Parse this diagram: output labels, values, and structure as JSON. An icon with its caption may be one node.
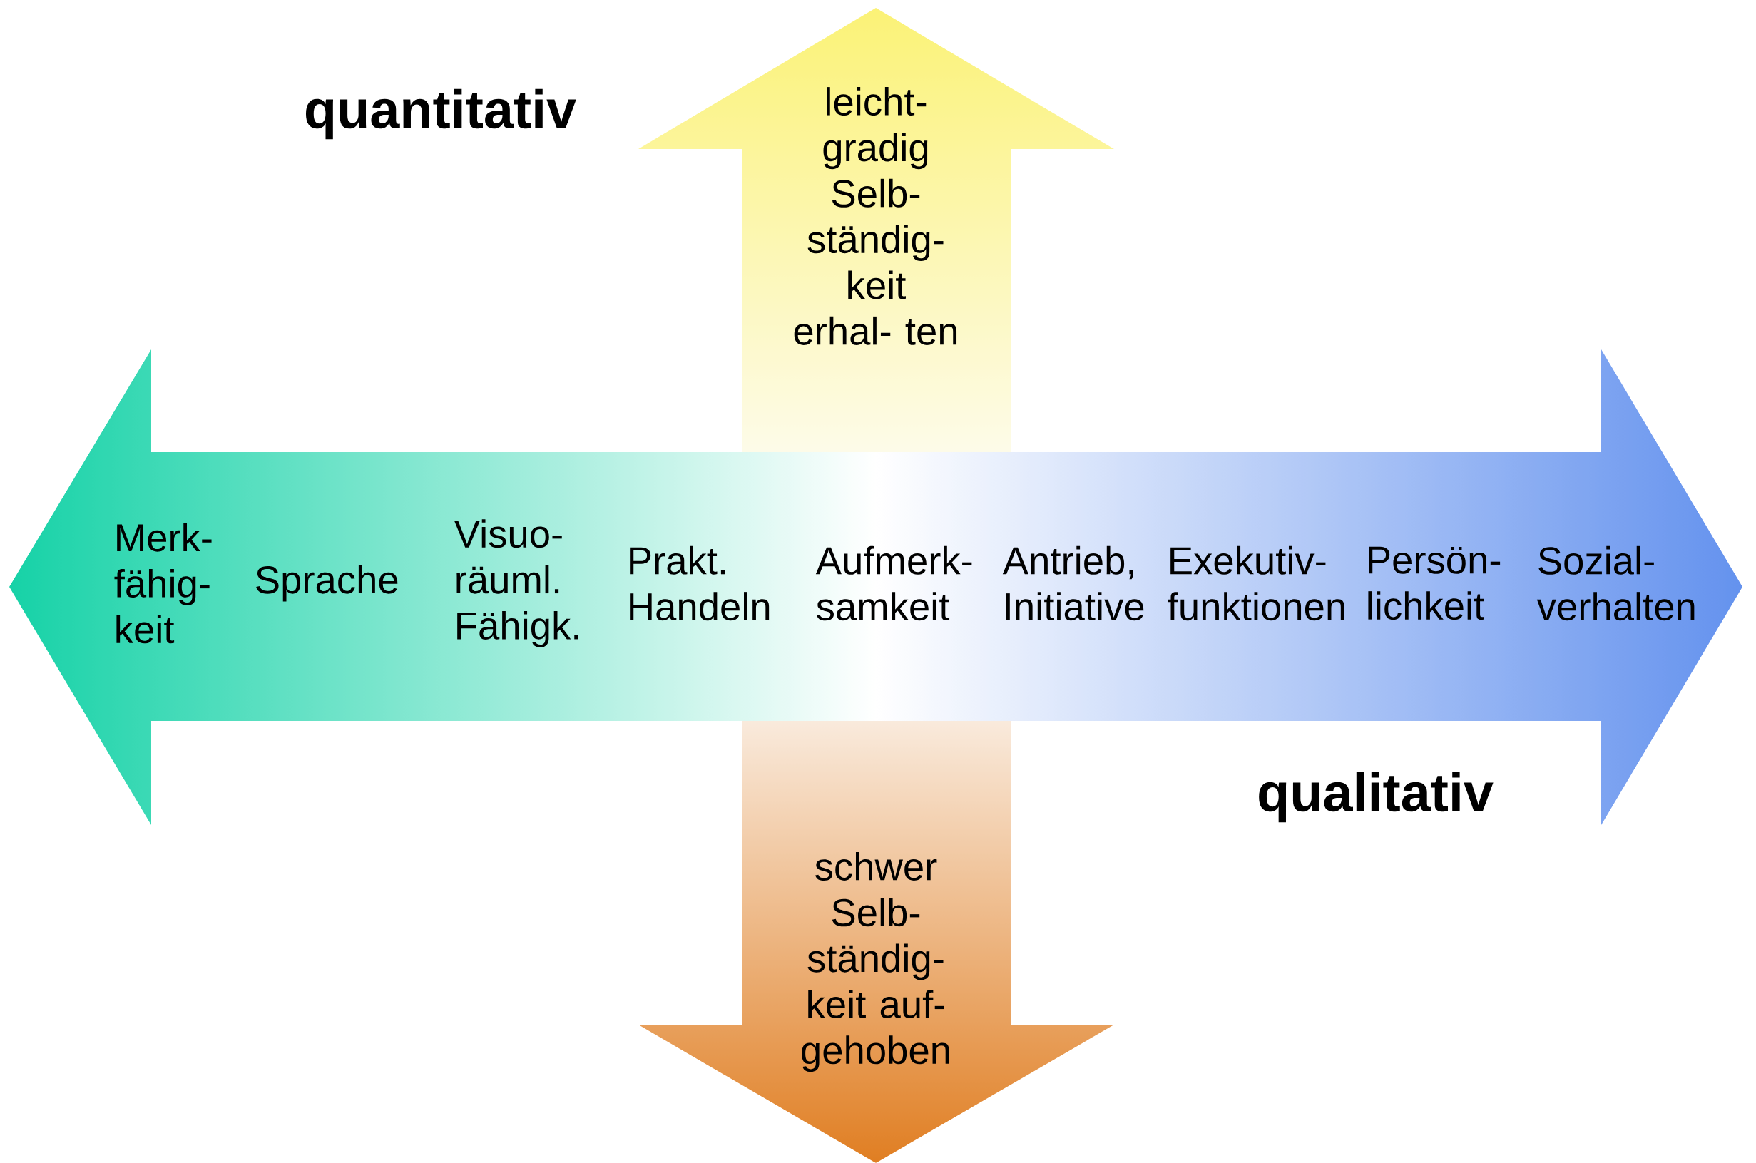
{
  "diagram": {
    "nodes": [
      {
        "text": [
          "Merk- fähig- keit",
          "Sprache",
          "Visuo- räuml. Fähigk.",
          "Prakt. Handeln",
          "Aufmerk- samkeit",
          "Antrieb, Initiative",
          "Exekutiv- funktionen",
          "Persön- lichkeit",
          "Sozial- verhalten"
        ]
      },
      {
        "text": [
          "leicht- gradig Selb- ständig- keit erhal- ten"
        ]
      },
      {
        "text": [
          "schwer Selb- ständig- keit auf- gehoben"
        ]
      }
    ],
    "labels": [
      "quantitativ",
      "qualitativ"
    ]
  }
}
